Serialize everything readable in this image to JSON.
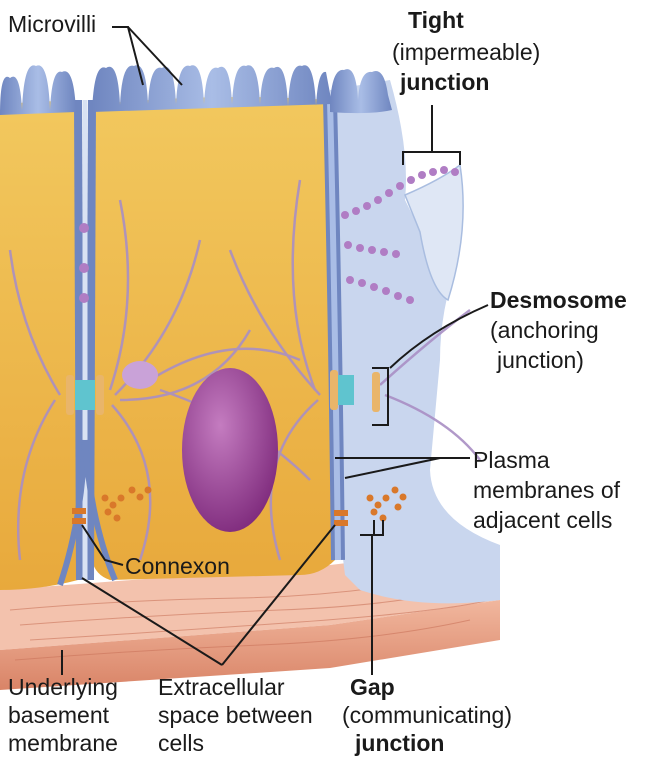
{
  "labels": {
    "microvilli": "Microvilli",
    "tight": {
      "title": "Tight",
      "desc": "(impermeable)",
      "kind": "junction"
    },
    "desmosome": {
      "title": "Desmosome",
      "desc_line1": "(anchoring",
      "desc_line2": "junction)"
    },
    "plasma": {
      "line1": "Plasma",
      "line2": "membranes of",
      "line3": "adjacent cells"
    },
    "connexon": "Connexon",
    "underlying": {
      "line1": "Underlying",
      "line2": "basement",
      "line3": "membrane"
    },
    "extracellular": {
      "line1": "Extracellular",
      "line2": "space between",
      "line3": "cells"
    },
    "gap": {
      "title": "Gap",
      "desc": "(communicating)",
      "kind": "junction"
    }
  },
  "colors": {
    "cell_body": "#f0c04f",
    "cell_inner": "#e9b042",
    "membrane_blue": "#8fa9d8",
    "membrane_light": "#c9d6ee",
    "nucleus": "#9c3f99",
    "filaments": "#a98fc4",
    "tight_beads": "#b07dc4",
    "desmosome": "#5fc4cf",
    "connexon": "#d9782a",
    "basement": "#e8a58a",
    "leader_lines": "#1a1a1a"
  }
}
